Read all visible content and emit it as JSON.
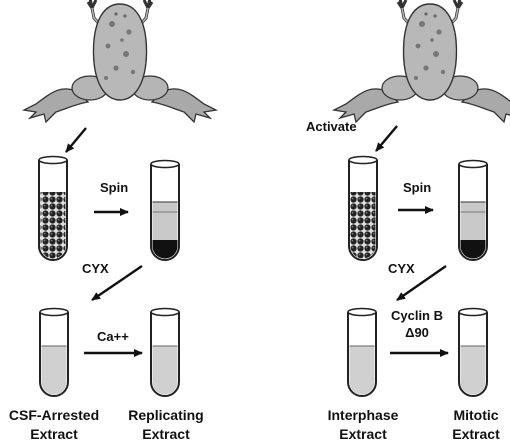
{
  "left_panel": {
    "spin_label": "Spin",
    "cyx_label": "CYX",
    "reagent_label": "Ca++",
    "start_extract": {
      "line1": "CSF-Arrested",
      "line2": "Extract"
    },
    "end_extract": {
      "line1": "Replicating",
      "line2": "Extract"
    }
  },
  "right_panel": {
    "activate_label": "Activate",
    "spin_label": "Spin",
    "cyx_label": "CYX",
    "reagent_label": {
      "line1": "Cyclin B",
      "line2": "Δ90"
    },
    "start_extract": {
      "line1": "Interphase",
      "line2": "Extract"
    },
    "end_extract": {
      "line1": "Mitotic",
      "line2": "Extract"
    }
  }
}
